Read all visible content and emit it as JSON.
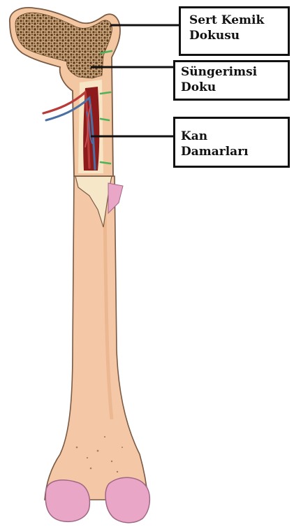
{
  "labels": {
    "compact_bone": {
      "line1": "Sert Kemik",
      "line2": "Dokusu"
    },
    "spongy_bone": {
      "line1": "Süngerimsi",
      "line2": "Doku"
    },
    "blood_vessels": {
      "line1": "Kan",
      "line2": "Damarları"
    }
  },
  "colors": {
    "bone_outer": "#f2c7a2",
    "bone_shaft": "#f4c8a6",
    "bone_outline": "#7a5a44",
    "spongy_fill": "#5b3a1e",
    "spongy_light": "#caa57a",
    "marrow_red": "#8e1b1b",
    "vein_blue": "#4a6fa5",
    "artery_red": "#b83a3a",
    "cartilage_pink": "#e9a6c6",
    "periosteum_green": "#4bb35a",
    "cut_surface": "#f6e7c9",
    "leader_line": "#111111"
  }
}
